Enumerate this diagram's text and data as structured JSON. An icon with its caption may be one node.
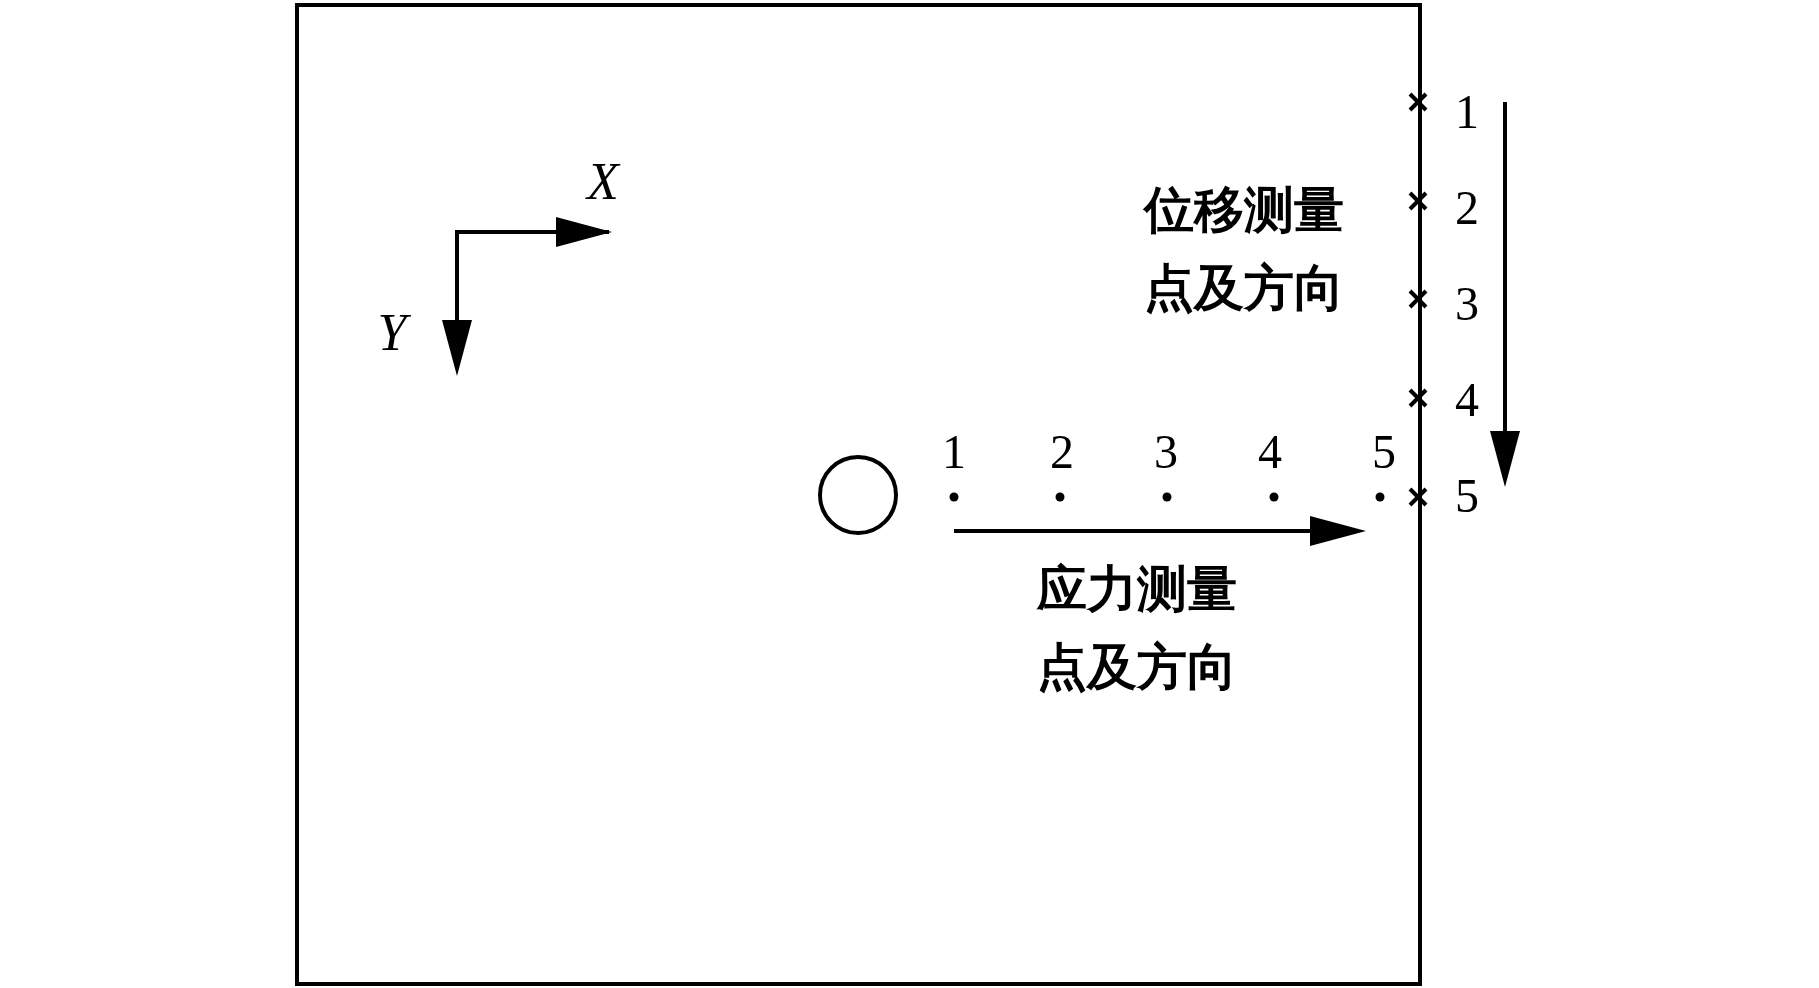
{
  "diagram": {
    "nodes": [
      {
        "text": [],
        "shape": "circle"
      }
    ],
    "labels": [
      "X",
      "Y",
      "位移测量点及方向",
      "1",
      "2",
      "3",
      "4",
      "5",
      "1",
      "2",
      "3",
      "4",
      "5",
      "应力测量点及方向"
    ]
  }
}
